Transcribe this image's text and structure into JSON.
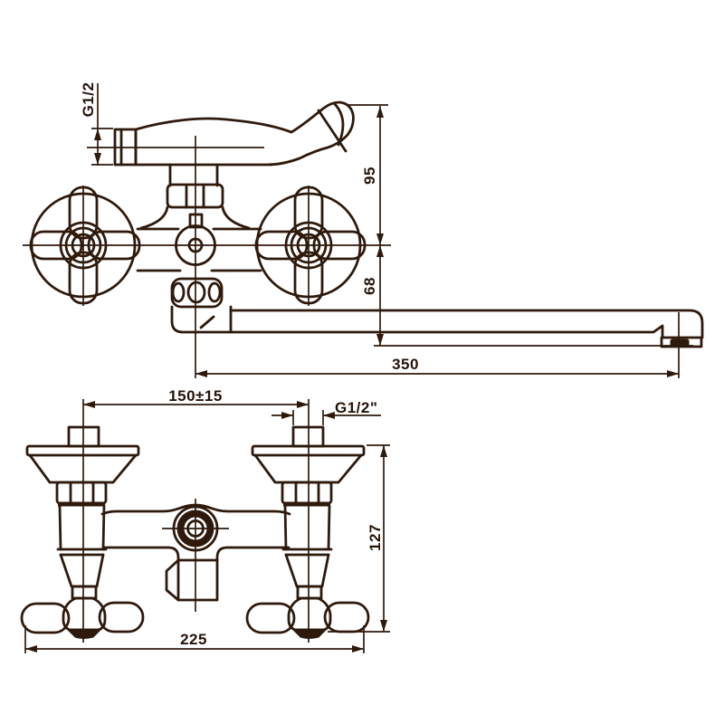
{
  "drawing": {
    "title": "wall-mounted bath mixer faucet technical drawing",
    "background_color": "#ffffff",
    "line_color": "#2e1a0c",
    "top_view": {
      "labels": {
        "shower_thread": "G1/2",
        "top_to_center": "95",
        "center_to_spout_outlet": "68",
        "spout_length": "350"
      }
    },
    "front_view": {
      "labels": {
        "inlet_distance": "150±15",
        "inlet_thread": "G1/2\"",
        "body_height": "127",
        "overall_width": "225"
      }
    }
  }
}
